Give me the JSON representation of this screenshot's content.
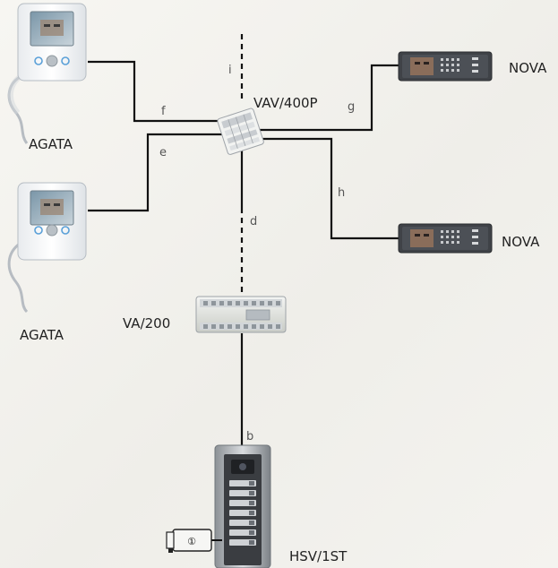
{
  "devices": {
    "agata_top": "AGATA",
    "agata_bottom": "AGATA",
    "vav": "VAV/400P",
    "va200": "VA/200",
    "nova_top": "NOVA",
    "nova_bottom": "NOVA",
    "hsv": "HSV/1ST"
  },
  "wires": {
    "b": "b",
    "d": "d",
    "e": "e",
    "f": "f",
    "g": "g",
    "h": "h",
    "i": "i"
  },
  "lock_symbol": "①"
}
